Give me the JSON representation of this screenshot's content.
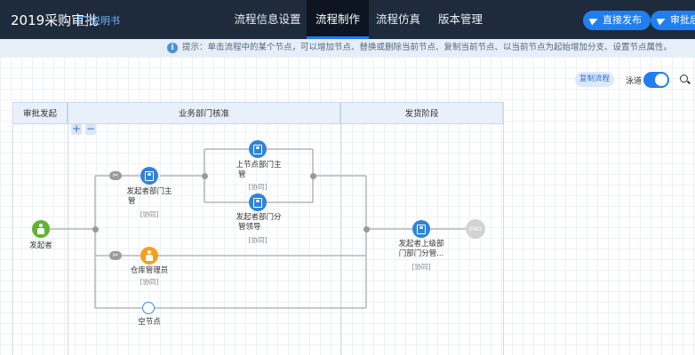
{
  "app": {
    "title": "2019采购审批",
    "help_label": "说明书"
  },
  "tabs": [
    {
      "label": "流程信息设置",
      "active": false
    },
    {
      "label": "流程制作",
      "active": true
    },
    {
      "label": "流程仿真",
      "active": false
    },
    {
      "label": "版本管理",
      "active": false
    }
  ],
  "actions": {
    "publish_label": "直接发布",
    "review_label": "审批后发"
  },
  "tip": {
    "text": "提示：单击流程中的某个节点，可以增加节点、替换或删除当前节点、复制当前节点、以当前节点为起始增加分支、设置节点属性。"
  },
  "toolbar": {
    "copy_label": "复制流程",
    "toggle_label": "泳道",
    "toggle_on": true
  },
  "lanes": [
    {
      "label": "审批发起"
    },
    {
      "label": "业务部门核准"
    },
    {
      "label": "发货阶段"
    }
  ],
  "lane_controls": {
    "plus": "+",
    "minus": "−"
  },
  "nodes": {
    "start": {
      "label": "发起者"
    },
    "dept_head": {
      "label1": "发起者部门主",
      "label2": "管",
      "tag": "[协同]"
    },
    "upper_head": {
      "label1": "上节点部门主",
      "label2": "管",
      "tag": "[协同]"
    },
    "sub_leader": {
      "label1": "发起者部门分",
      "label2": "管领导",
      "tag": "[协同]"
    },
    "warehouse": {
      "label": "仓库管理员",
      "tag": "[协同]"
    },
    "empty": {
      "label": "空节点"
    },
    "superior": {
      "label1": "发起者上级部",
      "label2": "门部门分管...",
      "tag": "[协同]"
    },
    "end": {
      "label": "END"
    }
  },
  "colors": {
    "topbar": "#1e2b3c",
    "accent": "#1f7ef0",
    "node_blue": "#2e84d8",
    "node_green": "#62b330",
    "node_orange": "#f5a01a"
  }
}
